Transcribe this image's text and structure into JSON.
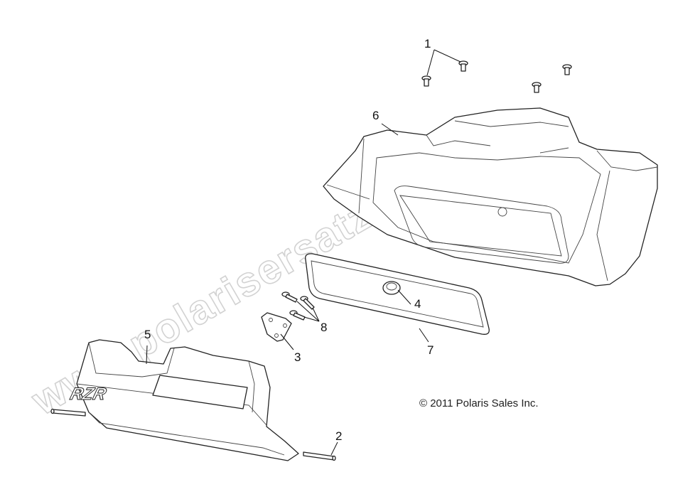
{
  "watermark": "www.polarisersatzteile.de",
  "copyright": "© 2011 Polaris Sales Inc.",
  "logo_text": "RZR",
  "callouts": [
    "1",
    "2",
    "3",
    "4",
    "5",
    "6",
    "7",
    "8"
  ],
  "line_color": "#222222",
  "watermark_color": "#d2d2d2"
}
